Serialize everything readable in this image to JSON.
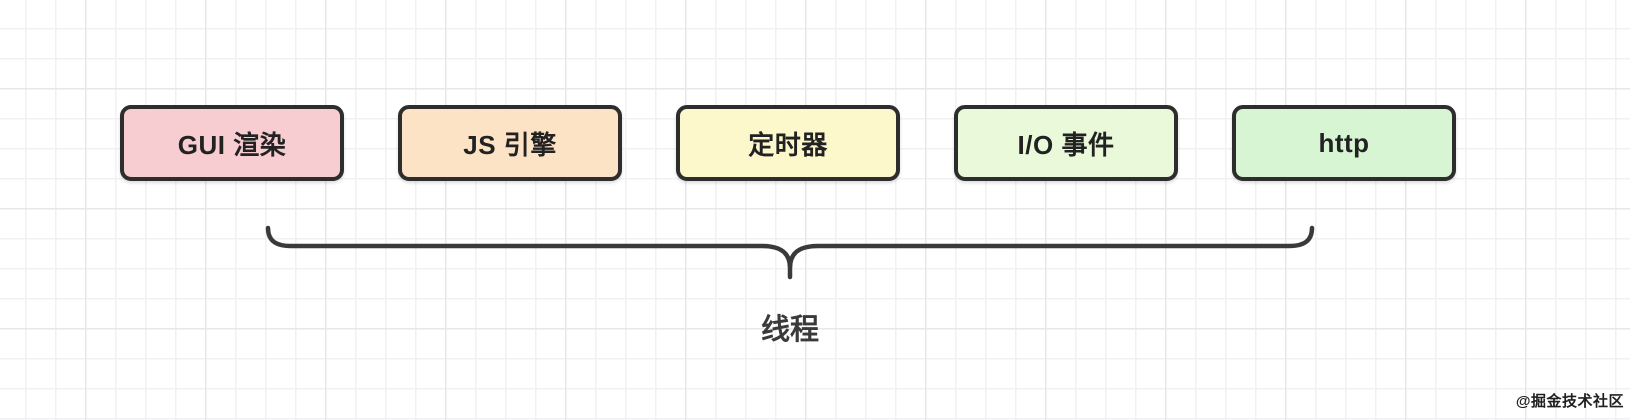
{
  "diagram": {
    "title_hint": "browser threads diagram",
    "boxes": [
      {
        "id": "gui-render-thread",
        "label": "GUI 渲染",
        "fill": "#f8cdd1"
      },
      {
        "id": "js-engine-thread",
        "label": "JS 引擎",
        "fill": "#fce3c5"
      },
      {
        "id": "timer-thread",
        "label": "定时器",
        "fill": "#fcf8cc"
      },
      {
        "id": "io-event-thread",
        "label": "I/O 事件",
        "fill": "#eaf9da"
      },
      {
        "id": "http-thread",
        "label": "http",
        "fill": "#d7f5d2"
      }
    ],
    "brace_label": "线程",
    "colors": {
      "box_border": "#2d2d2d",
      "brace_stroke": "#3a3a3a",
      "grid_minor": "#f1f1f4",
      "grid_major": "#e7e7eb",
      "background": "#ffffff"
    }
  },
  "watermark": {
    "text": "@掘金技术社区"
  }
}
